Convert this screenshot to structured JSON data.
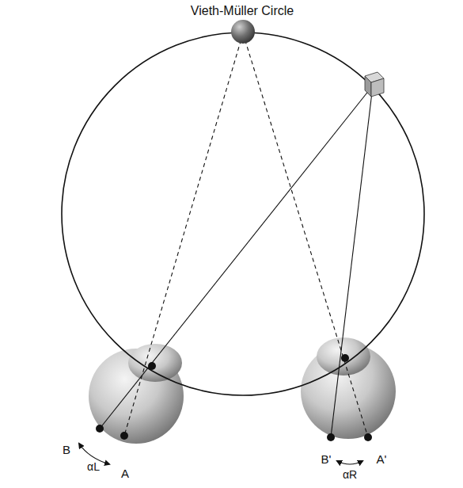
{
  "diagram": {
    "labels": [
      "Vieth-Müller Circle",
      "B",
      "αL",
      "A",
      "B'",
      "αR",
      "A'"
    ]
  }
}
